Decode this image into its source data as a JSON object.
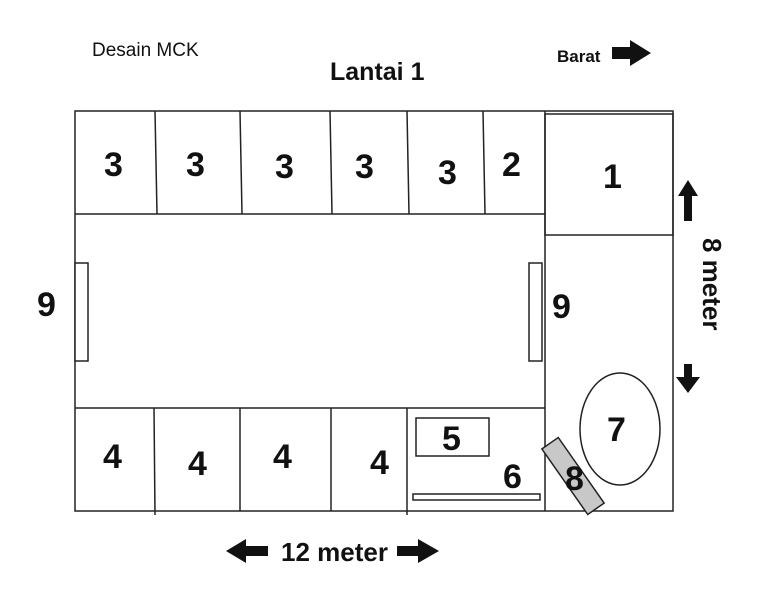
{
  "header": {
    "caption": "Desain MCK",
    "title": "Lantai 1",
    "direction_label": "Barat"
  },
  "rooms": {
    "top_row": [
      "3",
      "3",
      "3",
      "3",
      "3",
      "2"
    ],
    "corner_room": "1",
    "bottom_row": [
      "4",
      "4",
      "4",
      "4"
    ],
    "fixture_5": "5",
    "fixture_6": "6",
    "round_item": "7",
    "angled_item": "8",
    "door_left": "9",
    "door_right": "9"
  },
  "dimensions": {
    "width_label": "12 meter",
    "height_label": "8 meter"
  },
  "colors": {
    "line": "#222222",
    "arrow": "#111111",
    "angled_item_fill": "#c8c8c8"
  }
}
